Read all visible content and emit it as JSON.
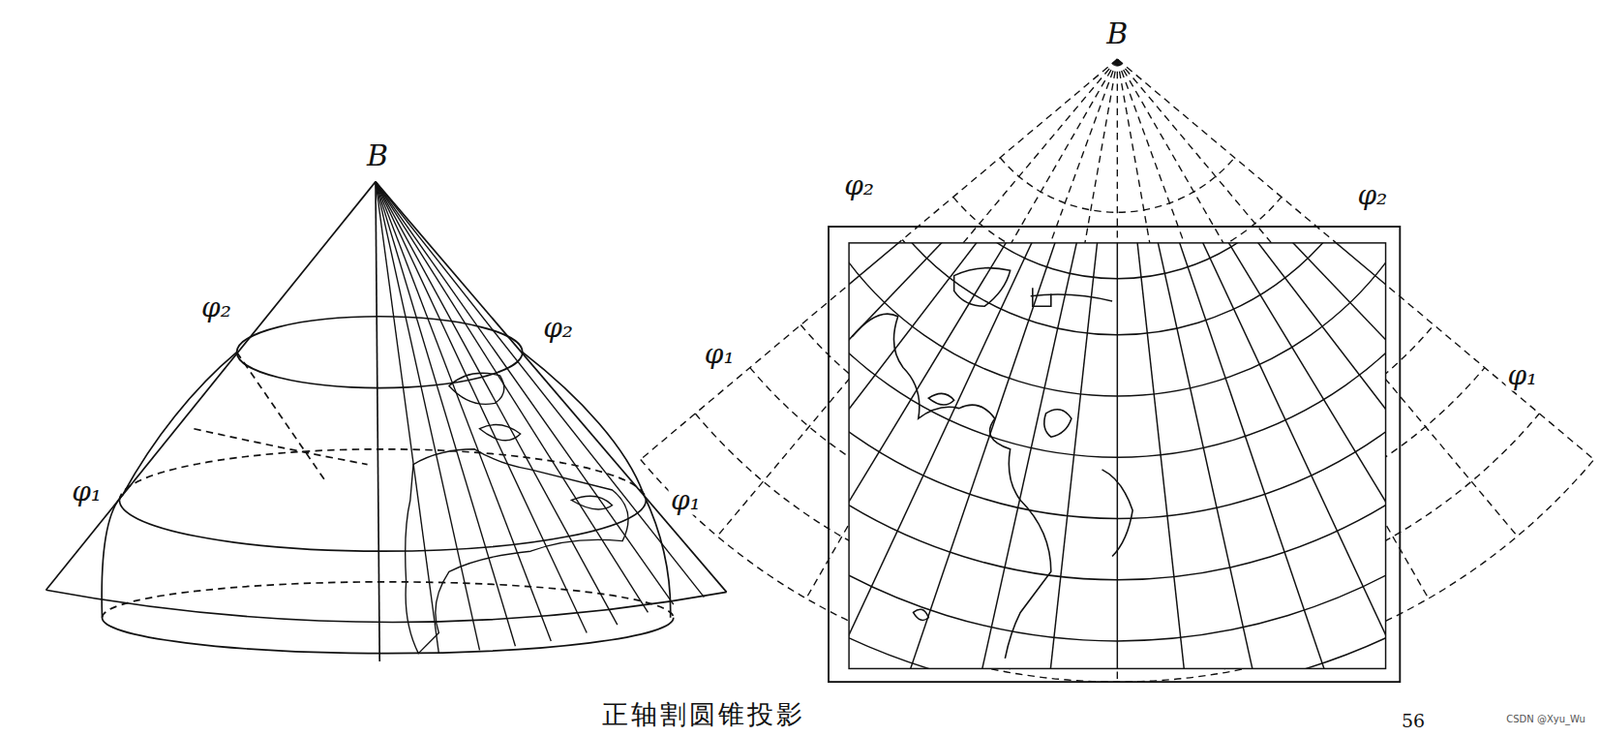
{
  "diagram": {
    "caption": "正轴割圆锥投影",
    "labels": [
      "B",
      "φ₂",
      "φ₂",
      "φ₁",
      "φ₁",
      "B",
      "φ₂",
      "φ₂",
      "φ₁",
      "φ₁",
      "56",
      "CSDN @Xyu_Wu"
    ]
  }
}
